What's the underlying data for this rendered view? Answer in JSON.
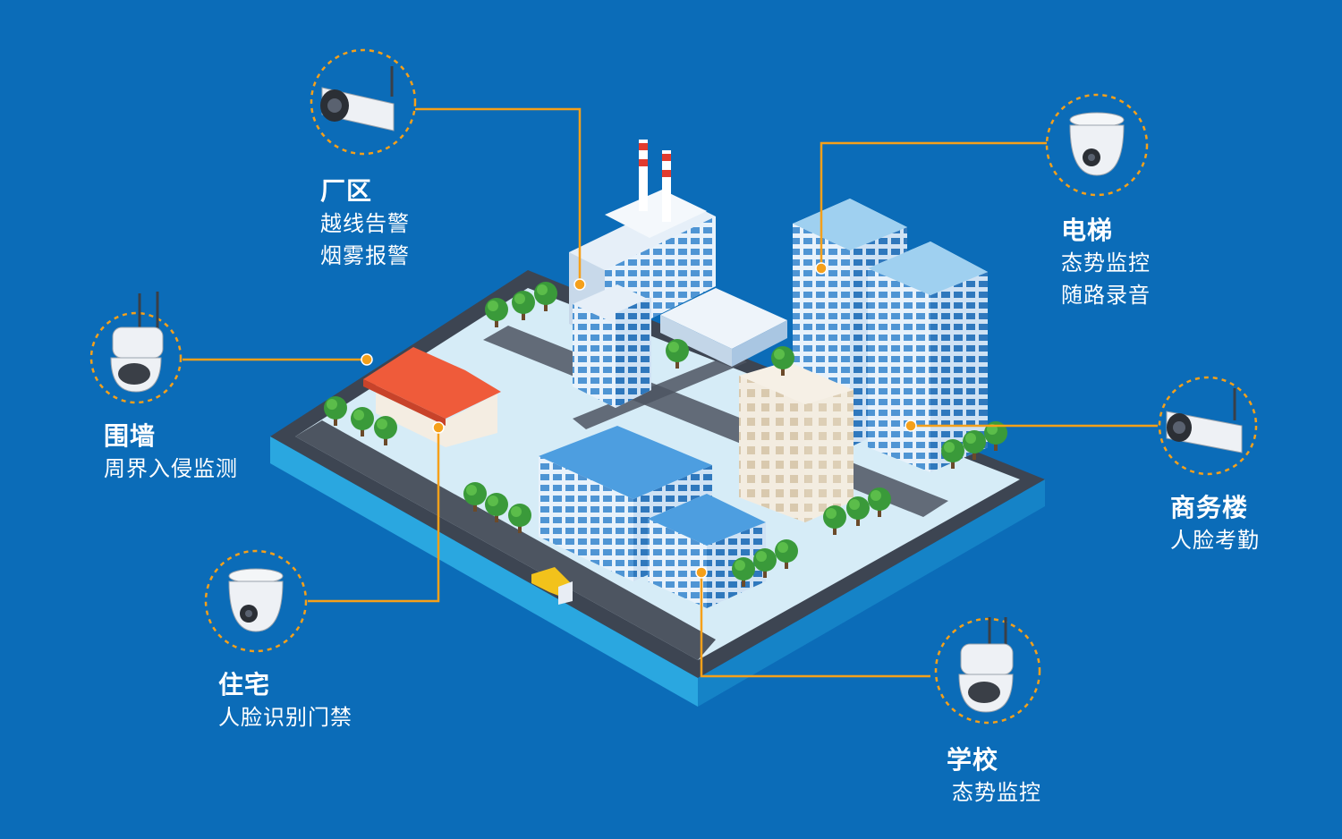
{
  "colors": {
    "background": "#0b6cb8",
    "connector": "#f5a01a",
    "text": "#ffffff"
  },
  "callouts": [
    {
      "id": "factory",
      "title": "厂区",
      "lines": [
        "越线告警",
        "烟雾报警"
      ],
      "camera": "bullet-camera-icon"
    },
    {
      "id": "elevator",
      "title": "电梯",
      "lines": [
        "态势监控",
        "随路录音"
      ],
      "camera": "dome-camera-icon"
    },
    {
      "id": "wall",
      "title": "围墙",
      "lines": [
        "周界入侵监测"
      ],
      "camera": "ptz-camera-icon"
    },
    {
      "id": "office",
      "title": "商务楼",
      "lines": [
        "人脸考勤"
      ],
      "camera": "bullet-camera-icon"
    },
    {
      "id": "residence",
      "title": "住宅",
      "lines": [
        "人脸识别门禁"
      ],
      "camera": "dome-camera-icon"
    },
    {
      "id": "school",
      "title": "学校",
      "lines": [
        "态势监控"
      ],
      "camera": "ptz-camera-icon"
    }
  ]
}
